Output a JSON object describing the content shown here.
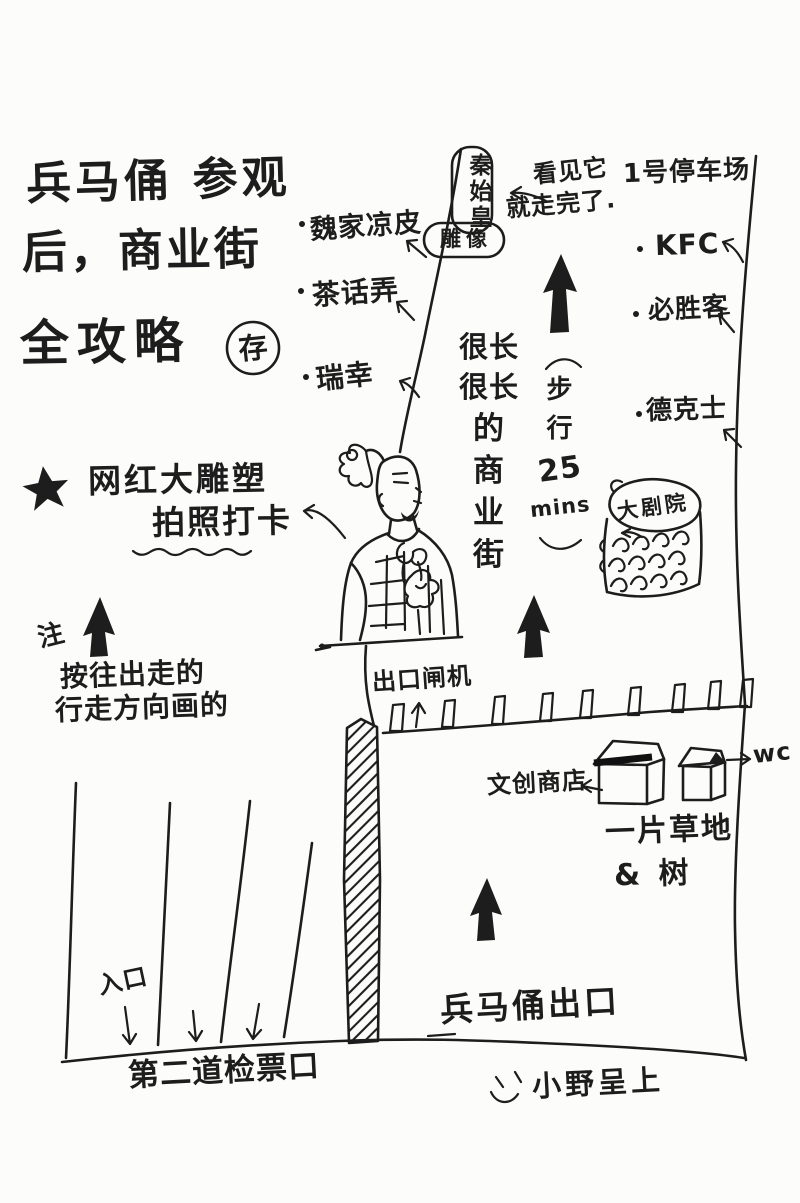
{
  "ink": "#1d1d1d",
  "paper": "#fcfcfa",
  "title": {
    "line1": "兵马俑 参观",
    "line2": "后，商业街",
    "line3": "全攻略",
    "save_badge": "存"
  },
  "statue_sign": {
    "name_vertical": "秦始皇",
    "bubble": "雕像",
    "remark_line1": "看见它",
    "remark_line2": "就走完了."
  },
  "west_shops": {
    "items": [
      {
        "label": "魏家凉皮"
      },
      {
        "label": "茶话弄"
      },
      {
        "label": "瑞幸"
      }
    ]
  },
  "east_area": {
    "parking": "1号停车场",
    "shops": [
      {
        "label": "KFC"
      },
      {
        "label": "必胜客"
      },
      {
        "label": "德克士"
      }
    ],
    "theatre": "大剧院"
  },
  "street": {
    "length_chars": [
      "很长",
      "很长",
      "的",
      "商",
      "业",
      "街"
    ],
    "walk_chars": [
      "步",
      "行",
      "25",
      "mins"
    ]
  },
  "landmark": {
    "line1": "网红大雕塑",
    "line2": "拍照打卡"
  },
  "note": {
    "mark": "注",
    "line1": "按往出走的",
    "line2": "行走方向画的"
  },
  "gates": {
    "label": "出口闸机"
  },
  "facilities": {
    "shop": "文创商店",
    "wc": "wc",
    "grass_line1": "一片草地",
    "grass_line2": "& 树"
  },
  "bottom": {
    "exit": "兵马俑出口",
    "entrance": "入口",
    "checkpoint": "第二道检票口",
    "signature": "小野呈上"
  }
}
